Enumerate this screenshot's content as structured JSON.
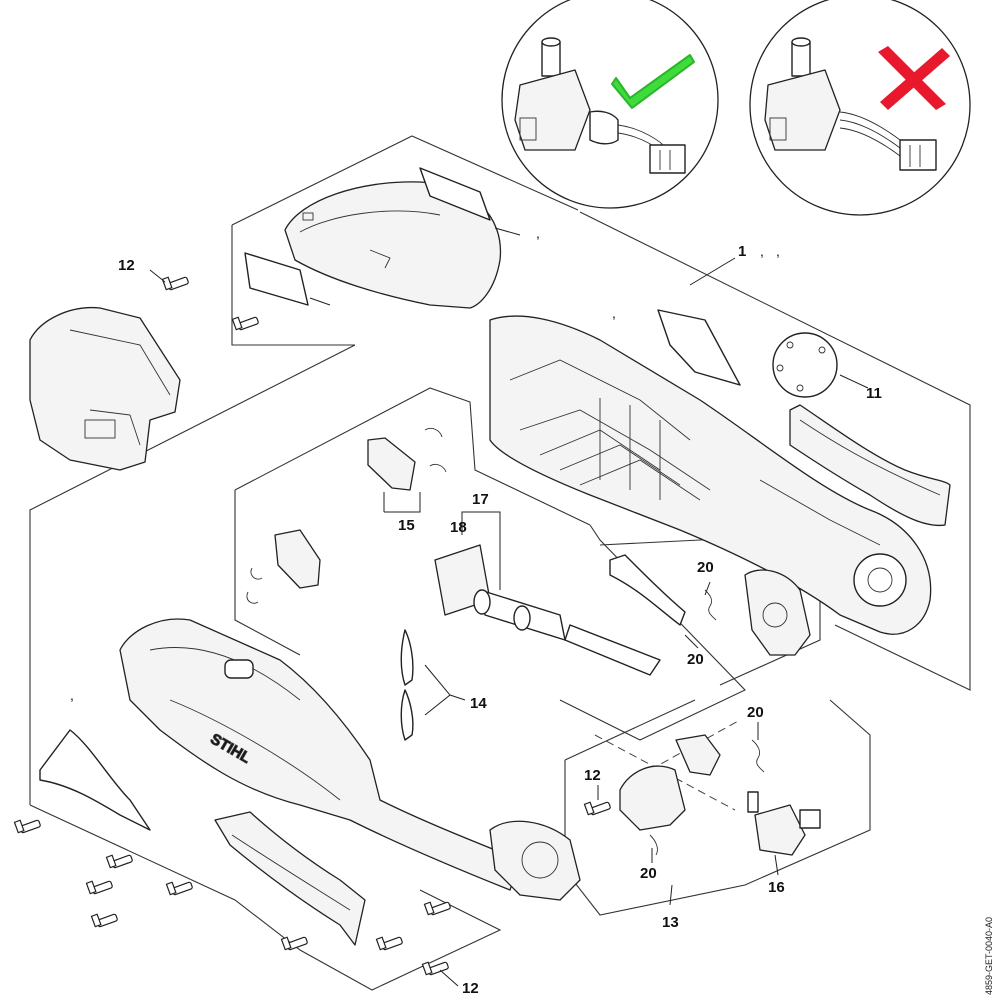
{
  "callouts": {
    "c1": "1",
    "c11": "11",
    "c12a": "12",
    "c12b": "12",
    "c12c": "12",
    "c13": "13",
    "c14": "14",
    "c15": "15",
    "c16": "16",
    "c17": "17",
    "c18": "18",
    "c20a": "20",
    "c20b": "20",
    "c20c": "20",
    "c20d": "20"
  },
  "commas": {
    "k1": ",",
    "k2": ",",
    "k3": ",",
    "k4": ",",
    "k5": ","
  },
  "brand_logo": "STIHL",
  "doc_id": "4859-GET-0040-A0",
  "indicators": {
    "correct": {
      "icon": "checkmark-icon",
      "color": "#3ddc3a"
    },
    "incorrect": {
      "icon": "cross-icon",
      "color": "#e8192c"
    }
  }
}
